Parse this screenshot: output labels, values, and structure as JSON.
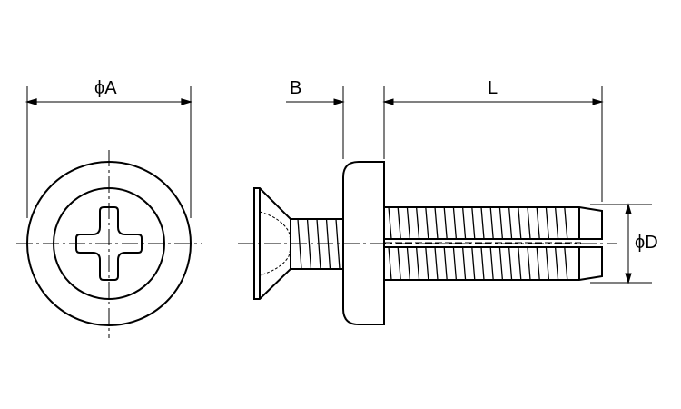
{
  "dimensions": {
    "diameter_a": "ϕA",
    "length_b": "B",
    "length_l": "L",
    "diameter_d": "ϕD"
  },
  "colors": {
    "line": "#000000"
  }
}
